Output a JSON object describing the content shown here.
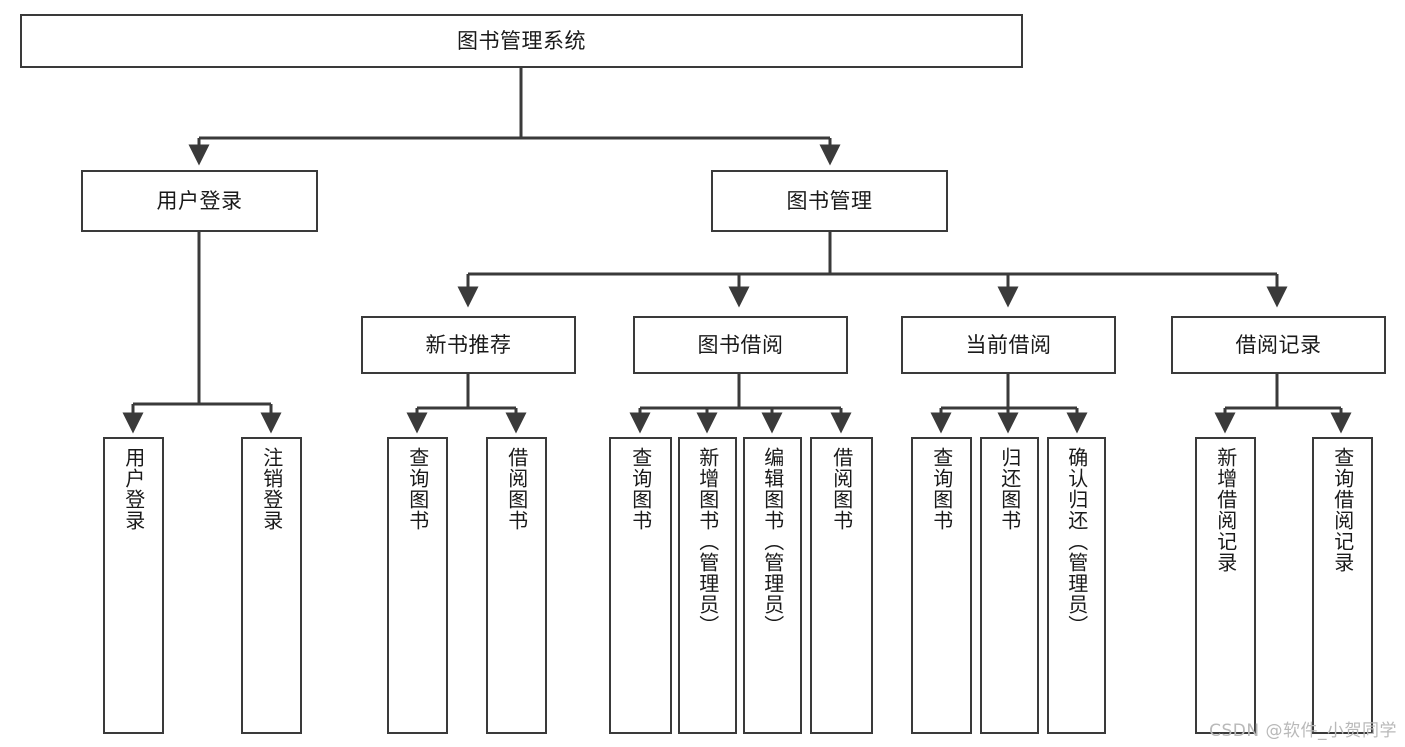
{
  "diagram": {
    "type": "tree-hierarchy",
    "title": "图书管理系统",
    "watermark": "CSDN @软件_小贺同学",
    "colors": {
      "border": "#3a3a3a",
      "text": "#1a1a1a",
      "background": "#ffffff",
      "watermark": "#b9b9b9"
    },
    "nodes": {
      "root": {
        "label": "图书管理系统"
      },
      "level1": [
        {
          "id": "user-login",
          "label": "用户登录"
        },
        {
          "id": "book-manage",
          "label": "图书管理"
        }
      ],
      "level2": [
        {
          "id": "new-book-rec",
          "label": "新书推荐"
        },
        {
          "id": "book-borrow",
          "label": "图书借阅"
        },
        {
          "id": "current-borrow",
          "label": "当前借阅"
        },
        {
          "id": "borrow-record",
          "label": "借阅记录"
        }
      ],
      "leaves": {
        "user_login": [
          {
            "id": "leaf-user-login",
            "label": "用户登录"
          },
          {
            "id": "leaf-logout-login",
            "label": "注销登录"
          }
        ],
        "new_book_rec": [
          {
            "id": "leaf-query-book-1",
            "label": "查询图书"
          },
          {
            "id": "leaf-borrow-book-1",
            "label": "借阅图书"
          }
        ],
        "book_borrow": [
          {
            "id": "leaf-query-book-2",
            "label": "查询图书"
          },
          {
            "id": "leaf-add-book",
            "label": "新增图书（管理员）"
          },
          {
            "id": "leaf-edit-book",
            "label": "编辑图书（管理员）"
          },
          {
            "id": "leaf-borrow-book-2",
            "label": "借阅图书"
          }
        ],
        "current_borrow": [
          {
            "id": "leaf-query-book-3",
            "label": "查询图书"
          },
          {
            "id": "leaf-return-book",
            "label": "归还图书"
          },
          {
            "id": "leaf-confirm-return",
            "label": "确认归还（管理员）"
          }
        ],
        "borrow_record": [
          {
            "id": "leaf-add-record",
            "label": "新增借阅记录"
          },
          {
            "id": "leaf-query-record",
            "label": "查询借阅记录"
          }
        ]
      }
    }
  }
}
